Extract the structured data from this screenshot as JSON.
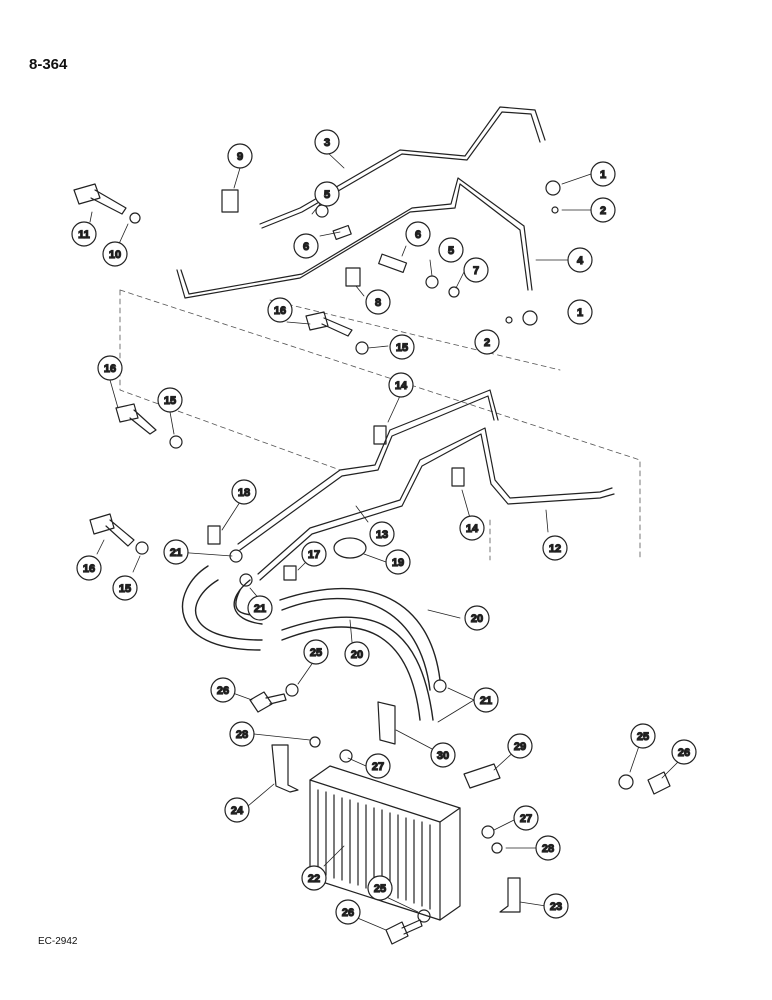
{
  "page_ref": "8-364",
  "drawing_code": "EC-2942",
  "callouts": [
    "1",
    "1",
    "2",
    "2",
    "3",
    "4",
    "5",
    "5",
    "6",
    "6",
    "7",
    "8",
    "9",
    "10",
    "11",
    "12",
    "13",
    "14",
    "14",
    "15",
    "15",
    "15",
    "16",
    "16",
    "16",
    "17",
    "18",
    "19",
    "20",
    "20",
    "21",
    "21",
    "21",
    "22",
    "23",
    "24",
    "25",
    "25",
    "25",
    "26",
    "26",
    "26",
    "27",
    "27",
    "28",
    "28",
    "29",
    "30"
  ]
}
